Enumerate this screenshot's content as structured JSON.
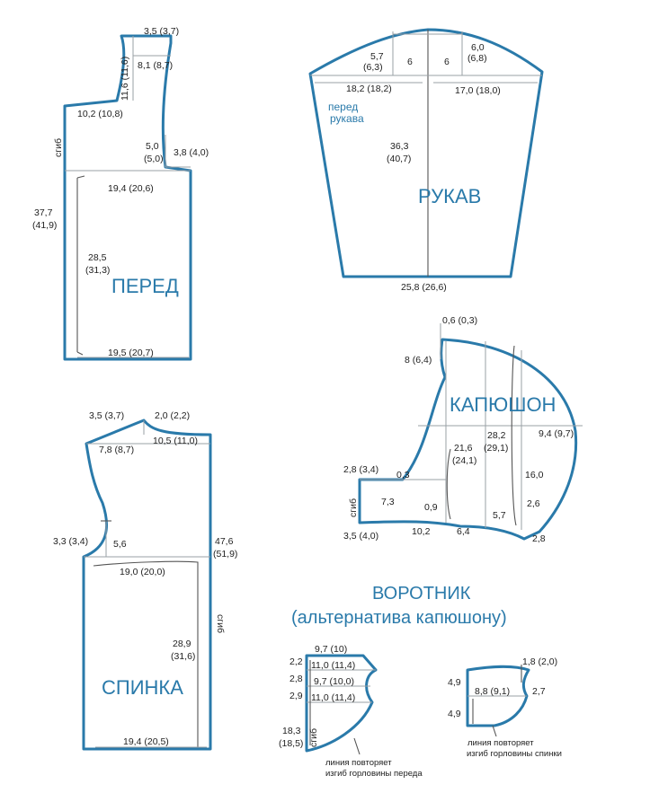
{
  "colors": {
    "pattern_line": "#2a7aaa",
    "text": "#222222",
    "background": "#ffffff"
  },
  "front": {
    "title": "ПЕРЕД",
    "fold": "сгиб",
    "m_shoulder_top": "3,5 (3,7)",
    "m_armhole_h": "11,6 (11,6)",
    "m_armhole_w": "8,1 (8,7)",
    "m_neck_w": "10,2 (10,8)",
    "m_neck_drop": "5,0",
    "m_neck_drop2": "(5,0)",
    "m_armhole_in": "3,8 (4,0)",
    "m_width_top": "19,4 (20,6)",
    "m_length": "37,7",
    "m_length2": "(41,9)",
    "m_body": "28,5",
    "m_body2": "(31,3)",
    "m_width_bottom": "19,5 (20,7)"
  },
  "sleeve": {
    "title": "РУКАВ",
    "front_note_1": "перед",
    "front_note_2": "рукава",
    "m_left_cap_h": "5,7",
    "m_left_cap_h2": "(6,3)",
    "m_mid_left": "6",
    "m_mid_right": "6",
    "m_right_cap_h": "6,0",
    "m_right_cap_h2": "(6,8)",
    "m_left_w": "18,2 (18,2)",
    "m_right_w": "17,0 (18,0)",
    "m_length": "36,3",
    "m_length2": "(40,7)",
    "m_bottom": "25,8  (26,6)"
  },
  "hood": {
    "title": "КАПЮШОН",
    "m_top_offset": "0,6 (0,3)",
    "m_top_h": "8 (6,4)",
    "m_center": "28,2",
    "m_center2": "(29,1)",
    "m_right": "9,4 (9,7)",
    "m_mid_h": "21,6",
    "m_mid_h2": "(24,1)",
    "m_left_top": "2,8 (3,4)",
    "m_small": "0,3",
    "m_inner_h": "7,3",
    "m_inner_right": "16,0",
    "m_dart_bottom": "0,9",
    "m_bottom_mid": "5,7",
    "m_right_low": "2,6",
    "m_left_bottom": "3,5 (4,0)",
    "m_bottom_a": "10,2",
    "m_bottom_b": "6,4",
    "m_corner": "2,8",
    "fold": "сгиб"
  },
  "back": {
    "title": "СПИНКА",
    "fold": "сгиб",
    "m_shoulder_top": "3,5 (3,7)",
    "m_neck_small": "2,0 (2,2)",
    "m_armhole_w": "7,8 (8,7)",
    "m_neck_w": "10,5 (11,0)",
    "m_armhole_in": "3,3 (3,4)",
    "m_armhole_depth": "5,6",
    "m_length": "47,6",
    "m_length2": "(51,9)",
    "m_width_top": "19,0 (20,0)",
    "m_body": "28,9",
    "m_body2": "(31,6)",
    "m_width_bottom": "19,4 (20,5)"
  },
  "collar": {
    "title_1": "ВОРОТНИК",
    "title_2": "(альтернатива капюшону)",
    "front": {
      "r1_h": "2,2",
      "r1_w": "9,7 (10)",
      "r2_h": "2,8",
      "r2_w": "11,0 (11,4)",
      "r3_h": "2,9",
      "r3_w": "9,7 (10,0)",
      "r4_w": "11,0 (11,4)",
      "total": "18,3",
      "total2": "(18,5)",
      "fold": "сгиб",
      "note_1": "линия повторяет",
      "note_2": "изгиб горловины переда"
    },
    "back": {
      "top": "1,8 (2,0)",
      "r_h1": "4,9",
      "r_w": "8,8 (9,1)",
      "r_small": "2,7",
      "r_h2": "4,9",
      "note_1": "линия повторяет",
      "note_2": "изгиб горловины спинки"
    }
  }
}
